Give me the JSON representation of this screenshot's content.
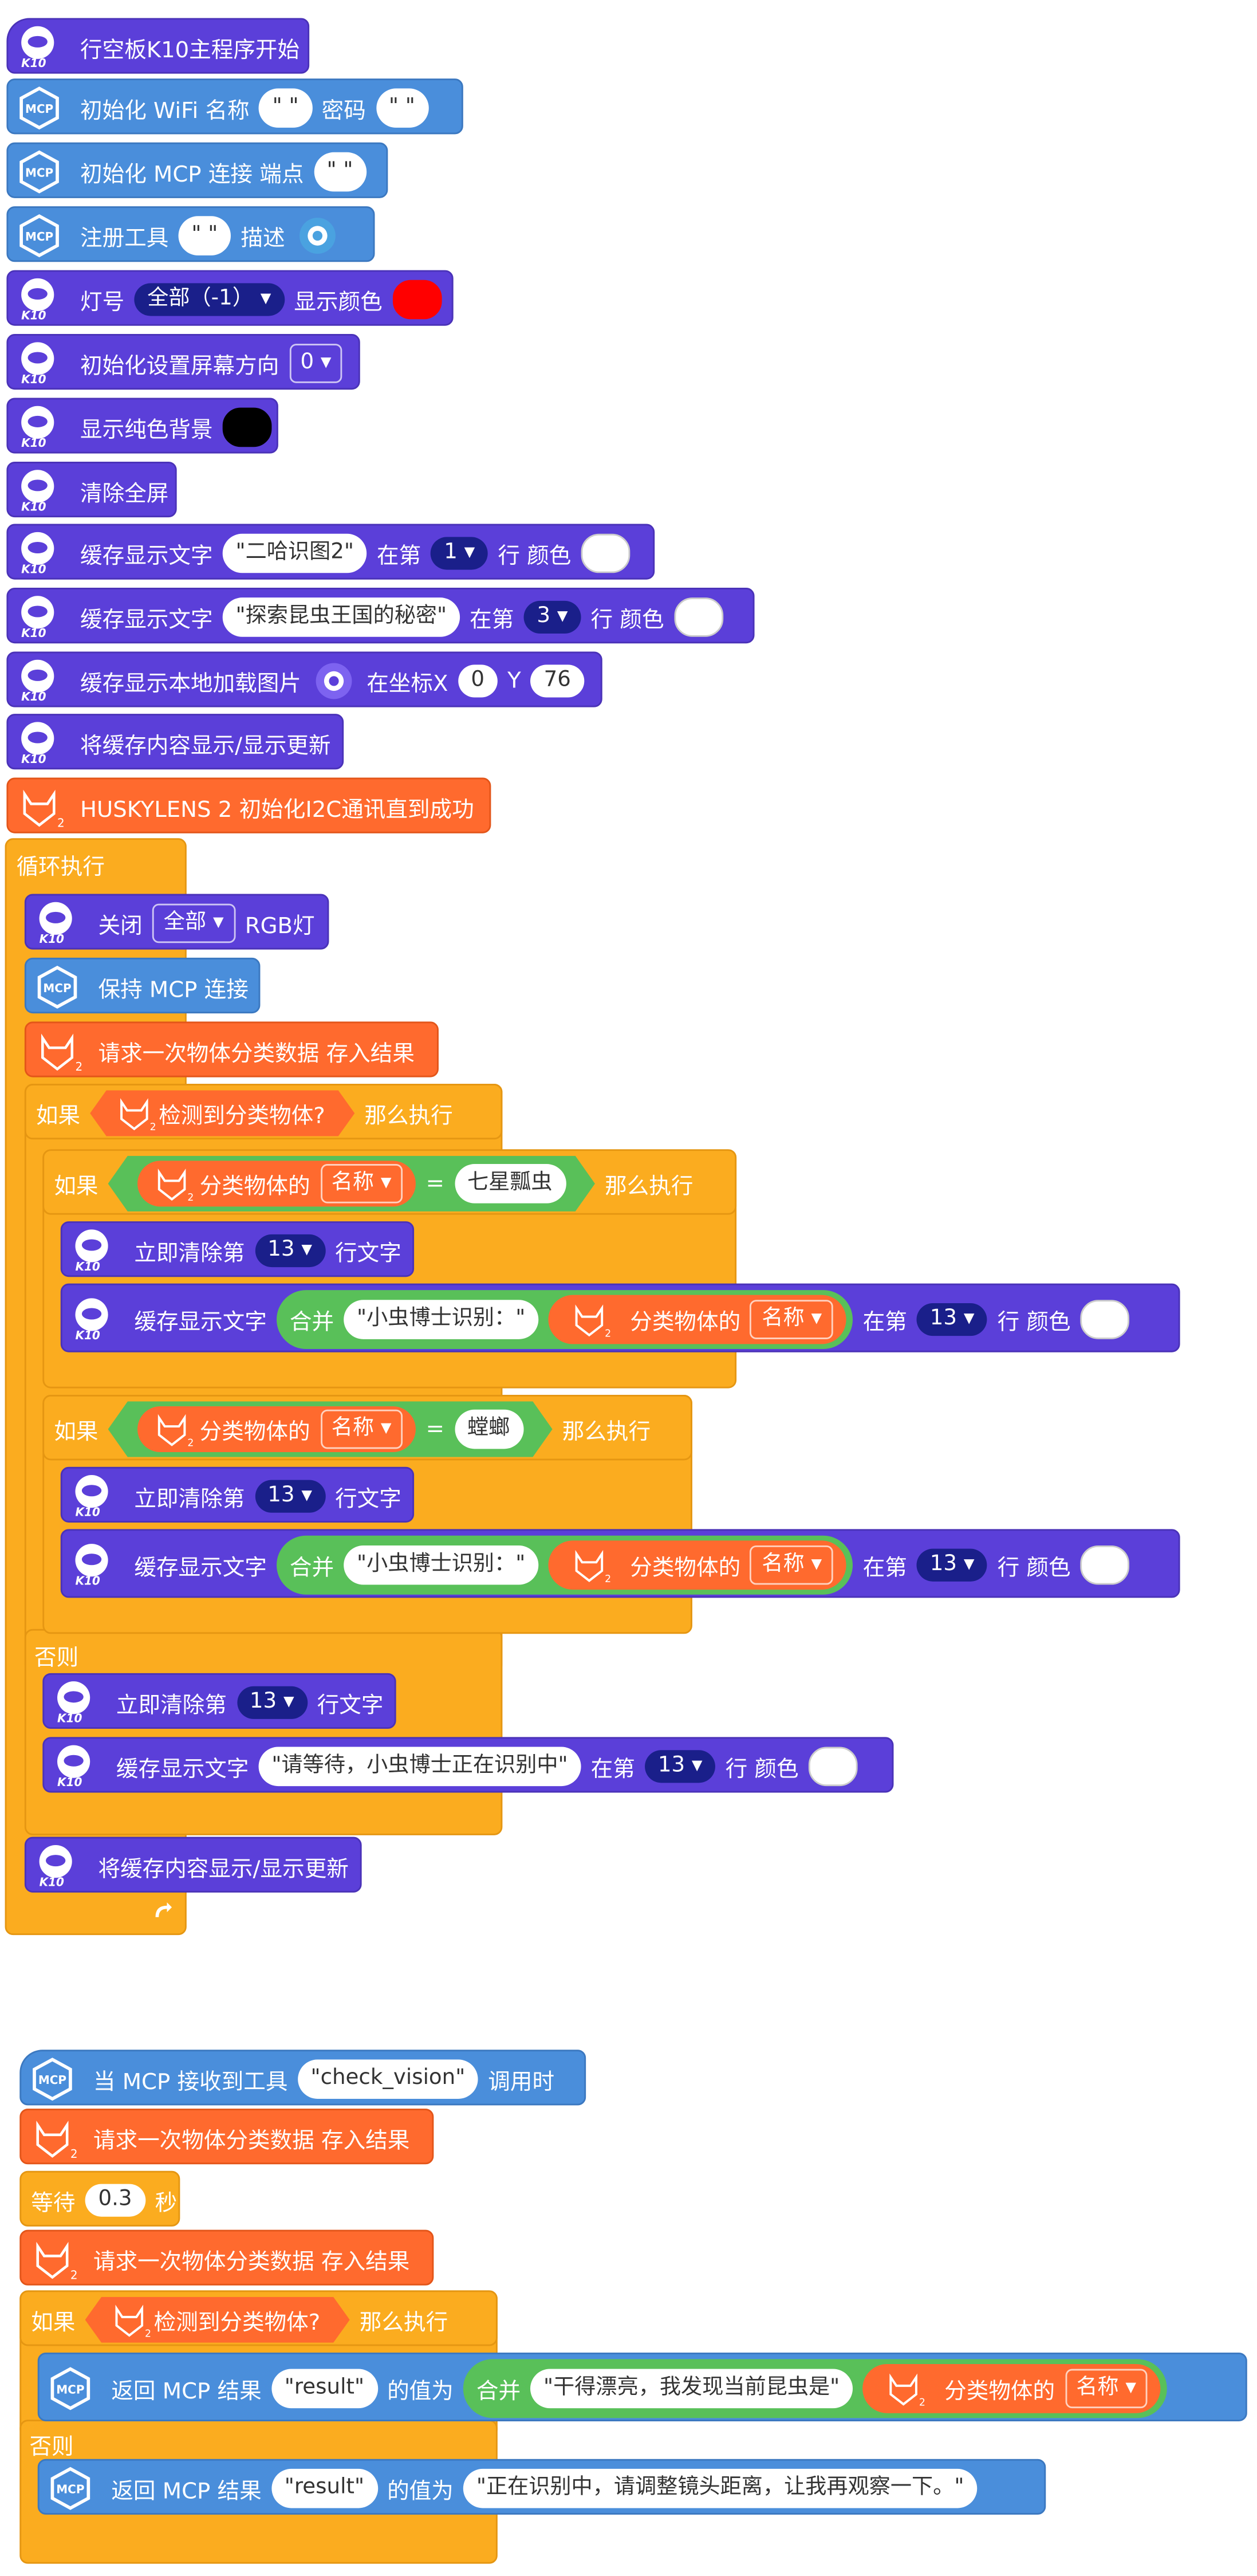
{
  "colors": {
    "k10": "#5b3fd9",
    "mcp": "#4a8edb",
    "huskylens": "#ff6a2e",
    "control": "#fbac1f",
    "operator": "#59c059",
    "dropdown_dark": "#1a1f8a"
  },
  "icons": {
    "k10": "k10-board-icon",
    "mcp": "mcp-cube-icon",
    "huskylens": "huskylens-fox-icon",
    "loop_arrow": "loop-arrow-icon"
  },
  "k10_label": "K10",
  "mcp_label": "MCP",
  "hl_label": "2",
  "main": {
    "start": "行空板K10主程序开始",
    "wifi": {
      "label": "初始化 WiFi 名称",
      "name_val": "\" \"",
      "pwd_label": "密码",
      "pwd_val": "\" \""
    },
    "mcp_init": {
      "label": "初始化 MCP 连接 端点",
      "val": "\" \""
    },
    "reg": {
      "label": "注册工具",
      "val": "\" \"",
      "desc": "描述"
    },
    "light": {
      "label": "灯号",
      "dd": "全部（-1）",
      "color_label": "显示颜色",
      "color": "#ff0000"
    },
    "orient": {
      "label": "初始化设置屏幕方向",
      "dd": "0"
    },
    "bg": {
      "label": "显示纯色背景",
      "color": "#000000"
    },
    "clear": "清除全屏",
    "txt1": {
      "label": "缓存显示文字",
      "val": "\"二哈识图2\"",
      "at": "在第",
      "row": "1",
      "row_label": "行 颜色"
    },
    "txt2": {
      "label": "缓存显示文字",
      "val": "\"探索昆虫王国的秘密\"",
      "at": "在第",
      "row": "3",
      "row_label": "行 颜色"
    },
    "img": {
      "label": "缓存显示本地加载图片",
      "x_label": "在坐标X",
      "x": "0",
      "y_label": "Y",
      "y": "76"
    },
    "update1": "将缓存内容显示/显示更新",
    "hlinit": "HUSKYLENS 2 初始化I2C通讯直到成功",
    "loop": "循环执行",
    "close": {
      "label": "关闭",
      "dd": "全部",
      "rgb": "RGB灯"
    },
    "keep": "保持 MCP 连接",
    "req1": "请求一次物体分类数据 存入结果",
    "if1": {
      "label": "如果",
      "cond": "检测到分类物体?",
      "then": "那么执行"
    },
    "if2": {
      "label": "如果",
      "of": "分类物体的",
      "dd": "名称",
      "eq": "=",
      "val": "七星瓢虫",
      "then": "那么执行"
    },
    "clr1": {
      "label": "立即清除第",
      "row": "13",
      "tail": "行文字"
    },
    "disp1": {
      "label": "缓存显示文字",
      "concat": "合并",
      "val": "\"小虫博士识别：\"",
      "of": "分类物体的",
      "dd": "名称",
      "at": "在第",
      "row": "13",
      "row_label": "行 颜色"
    },
    "if3": {
      "label": "如果",
      "of": "分类物体的",
      "dd": "名称",
      "eq": "=",
      "val": "螳螂",
      "then": "那么执行"
    },
    "clr2": {
      "label": "立即清除第",
      "row": "13",
      "tail": "行文字"
    },
    "disp2": {
      "label": "缓存显示文字",
      "concat": "合并",
      "val": "\"小虫博士识别：\"",
      "of": "分类物体的",
      "dd": "名称",
      "at": "在第",
      "row": "13",
      "row_label": "行 颜色"
    },
    "else1": "否则",
    "clr3": {
      "label": "立即清除第",
      "row": "13",
      "tail": "行文字"
    },
    "disp3": {
      "label": "缓存显示文字",
      "val": "\"请等待，小虫博士正在识别中\"",
      "at": "在第",
      "row": "13",
      "row_label": "行 颜色"
    },
    "update2": "将缓存内容显示/显示更新"
  },
  "second": {
    "hat": {
      "label": "当 MCP 接收到工具",
      "val": "\"check_vision\"",
      "tail": "调用时"
    },
    "req1": "请求一次物体分类数据 存入结果",
    "wait": {
      "label": "等待",
      "val": "0.3",
      "unit": "秒"
    },
    "req2": "请求一次物体分类数据 存入结果",
    "if1": {
      "label": "如果",
      "cond": "检测到分类物体?",
      "then": "那么执行"
    },
    "ret1": {
      "label": "返回 MCP 结果",
      "key": "\"result\"",
      "mid": "的值为",
      "concat": "合并",
      "val": "\"干得漂亮，我发现当前昆虫是\"",
      "of": "分类物体的",
      "dd": "名称"
    },
    "else": "否则",
    "ret2": {
      "label": "返回 MCP 结果",
      "key": "\"result\"",
      "mid": "的值为",
      "val": "\"正在识别中，请调整镜头距离，让我再观察一下。\""
    }
  }
}
